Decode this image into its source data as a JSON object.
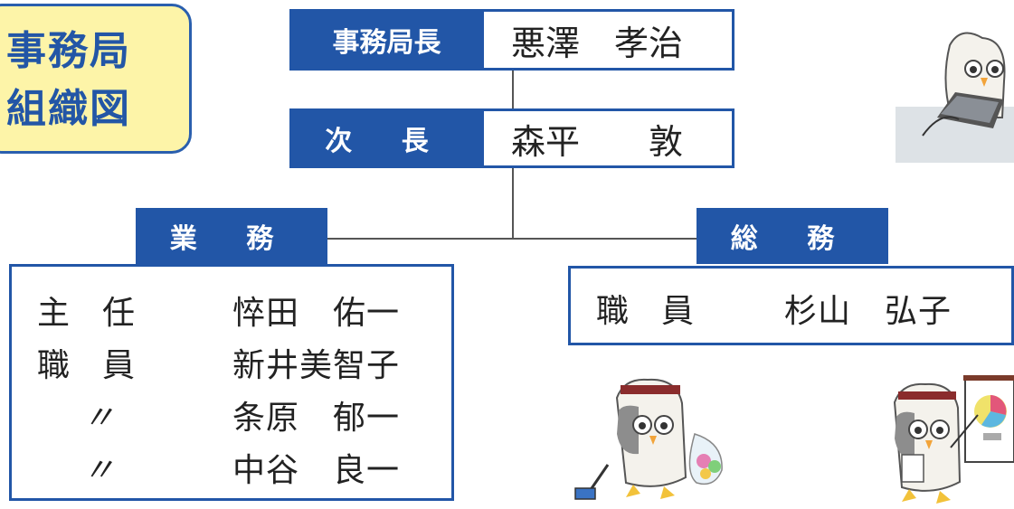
{
  "title": {
    "line1": "事務局",
    "line2": "組織図"
  },
  "director": {
    "role": "事務局長",
    "name": "悪澤　孝治"
  },
  "deputy": {
    "role": "次 長",
    "name": "森平　　敦"
  },
  "gyomu": {
    "header": "業 務",
    "members": [
      {
        "role": "主　任",
        "name": "悴田　佑一"
      },
      {
        "role": "職　員",
        "name": "新井美智子"
      },
      {
        "role": "〃",
        "name": "条原　郁一"
      },
      {
        "role": "〃",
        "name": "中谷　良一"
      }
    ]
  },
  "somu": {
    "header": "総 務",
    "members": [
      {
        "role": "職　員",
        "name": "杉山　弘子"
      }
    ]
  },
  "colors": {
    "brand_blue": "#2256a7",
    "title_bg": "#fdf4a8"
  },
  "icons": [
    "owl-mascot-laptop-icon",
    "owl-mascot-candy-icon",
    "owl-mascot-presentation-icon"
  ]
}
